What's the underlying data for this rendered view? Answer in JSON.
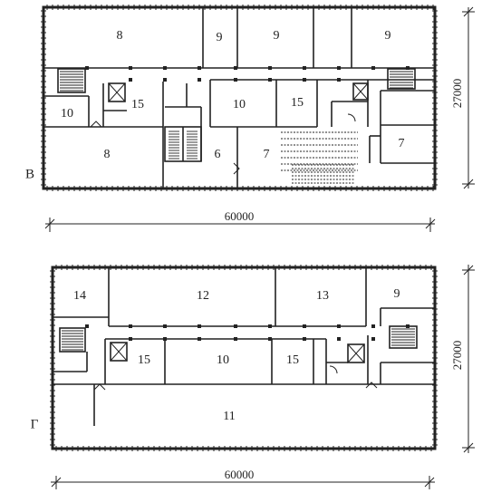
{
  "plan_v": {
    "label": "В",
    "width_dim": "60000",
    "depth_dim": "27000",
    "rooms": [
      {
        "id": "v-8a",
        "label": "8"
      },
      {
        "id": "v-9a",
        "label": "9"
      },
      {
        "id": "v-9b",
        "label": "9"
      },
      {
        "id": "v-9c",
        "label": "9"
      },
      {
        "id": "v-10a",
        "label": "10"
      },
      {
        "id": "v-15a",
        "label": "15"
      },
      {
        "id": "v-10b",
        "label": "10"
      },
      {
        "id": "v-15b",
        "label": "15"
      },
      {
        "id": "v-8b",
        "label": "8"
      },
      {
        "id": "v-6",
        "label": "6"
      },
      {
        "id": "v-7a",
        "label": "7"
      },
      {
        "id": "v-7b",
        "label": "7"
      }
    ]
  },
  "plan_g": {
    "label": "Г",
    "width_dim": "60000",
    "depth_dim": "27000",
    "rooms": [
      {
        "id": "g-14",
        "label": "14"
      },
      {
        "id": "g-12",
        "label": "12"
      },
      {
        "id": "g-13",
        "label": "13"
      },
      {
        "id": "g-9",
        "label": "9"
      },
      {
        "id": "g-15a",
        "label": "15"
      },
      {
        "id": "g-10",
        "label": "10"
      },
      {
        "id": "g-15b",
        "label": "15"
      },
      {
        "id": "g-11",
        "label": "11"
      }
    ]
  }
}
